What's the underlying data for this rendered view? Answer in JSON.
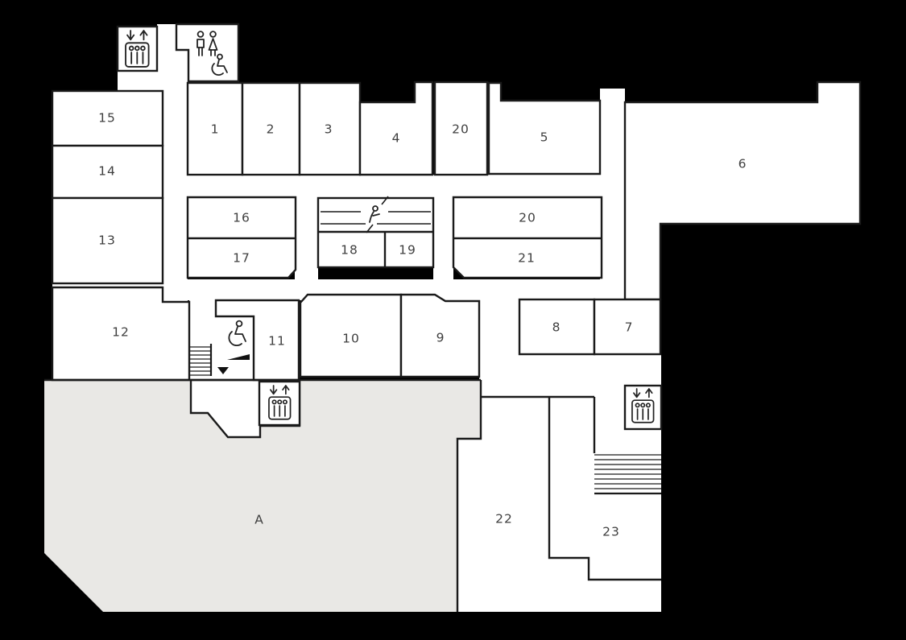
{
  "map_title": "floor-plan",
  "colors": {
    "background": "#000000",
    "wall": "#1a1a1a",
    "room_fill": "#ffffff",
    "area_a_fill": "#e9e8e5",
    "label_text": "#3f3f3f"
  },
  "labels": {
    "r1": "1",
    "r2": "2",
    "r3": "3",
    "r4": "4",
    "r5": "5",
    "r6": "6",
    "r7": "7",
    "r8": "8",
    "r9": "9",
    "r10": "10",
    "r11": "11",
    "r12": "12",
    "r13": "13",
    "r14": "14",
    "r15": "15",
    "r16": "16",
    "r17": "17",
    "r18": "18",
    "r19": "19",
    "r20a": "20",
    "r20b": "20",
    "r21": "21",
    "r22": "22",
    "r23": "23",
    "area_a": "A"
  },
  "icons": [
    {
      "name": "elevator-icon",
      "count": 3
    },
    {
      "name": "restroom-men-icon",
      "count": 1
    },
    {
      "name": "restroom-women-icon",
      "count": 1
    },
    {
      "name": "accessible-restroom-icon",
      "count": 1
    },
    {
      "name": "escalator-icon",
      "count": 1
    },
    {
      "name": "wheelchair-ramp-icon",
      "count": 1
    },
    {
      "name": "down-triangle-marker",
      "count": 1
    },
    {
      "name": "stairs-icon",
      "count": 2
    }
  ]
}
